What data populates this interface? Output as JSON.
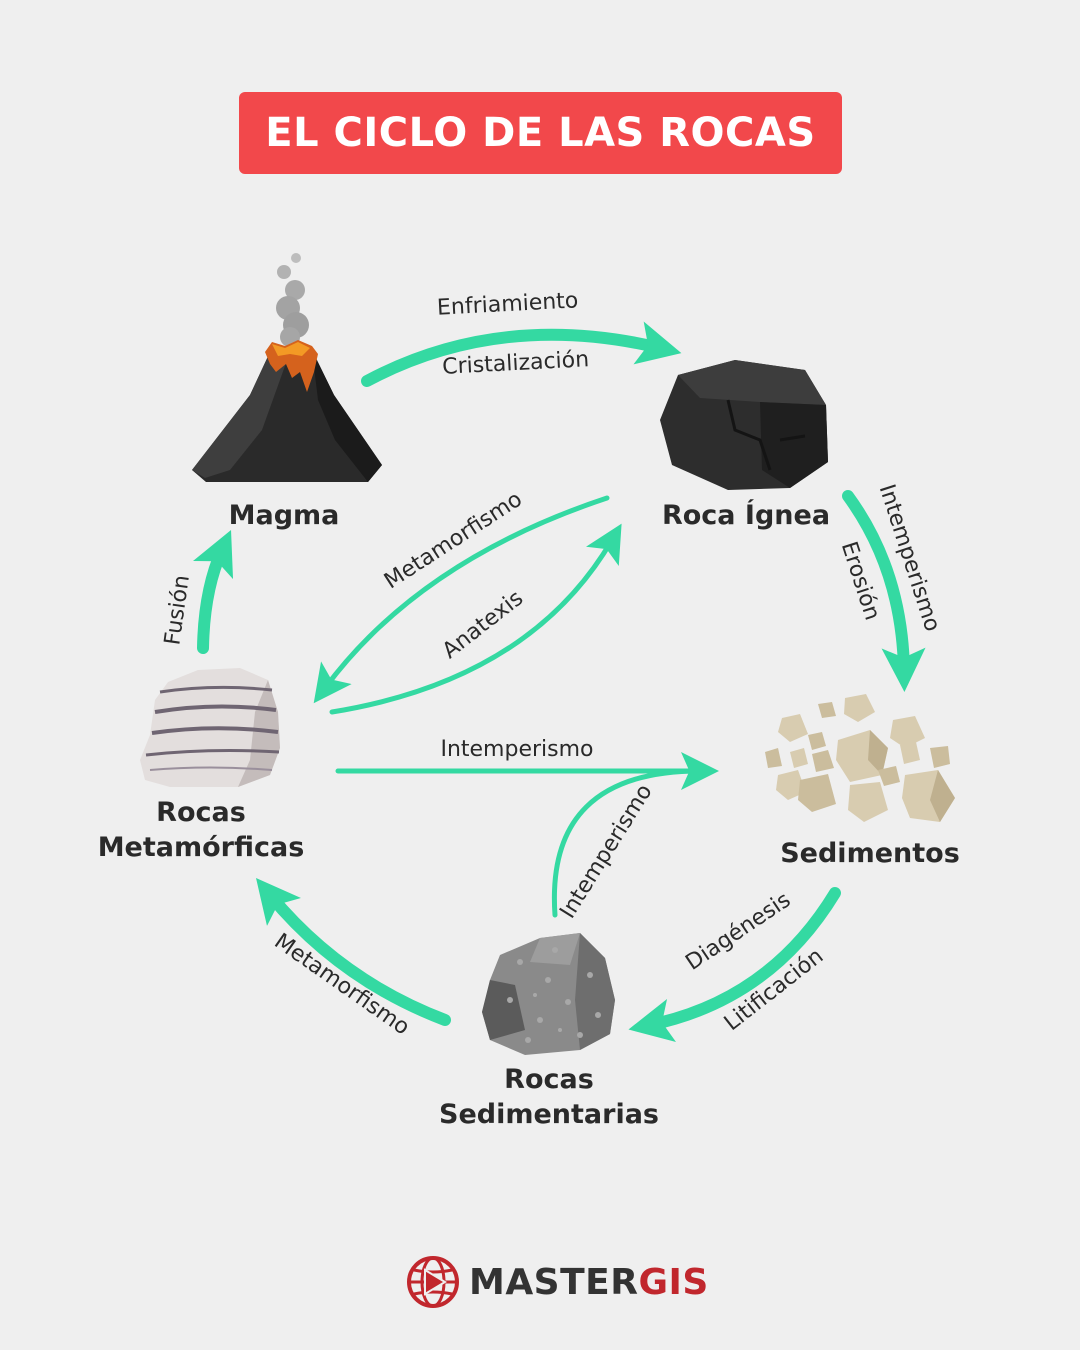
{
  "title": "EL CICLO DE LAS ROCAS",
  "nodes": {
    "magma": "Magma",
    "roca_ignea": "Roca Ígnea",
    "metamorficas_line1": "Rocas",
    "metamorficas_line2": "Metamórficas",
    "sedimentos": "Sedimentos",
    "sedimentarias_line1": "Rocas",
    "sedimentarias_line2": "Sedimentarias"
  },
  "processes": {
    "enfriamiento": "Enfriamiento",
    "cristalizacion": "Cristalización",
    "intemperismo_ignea": "Intemperismo",
    "erosion": "Erosión",
    "metamorfismo_upper": "Metamorfismo",
    "anatexis": "Anatexis",
    "fusion": "Fusión",
    "intemperismo_meta": "Intemperismo",
    "intemperismo_sed": "Intemperismo",
    "diagenesis": "Diagénesis",
    "litificacion": "Litificación",
    "metamorfismo_lower": "Metamorfismo"
  },
  "brand": {
    "part1": "MASTER",
    "part2": "GIS"
  },
  "colors": {
    "banner": "#f2484b",
    "arrow": "#34d9a2",
    "text": "#2a2a2a",
    "background": "#efefef",
    "brand_red": "#c1272d"
  },
  "icons": {
    "magma": "volcano-icon",
    "roca_ignea": "igneous-rock-icon",
    "metamorficas": "metamorphic-rock-icon",
    "sedimentos": "sediment-pebbles-icon",
    "sedimentarias": "sedimentary-rock-icon",
    "brand": "globe-play-logo-icon"
  }
}
